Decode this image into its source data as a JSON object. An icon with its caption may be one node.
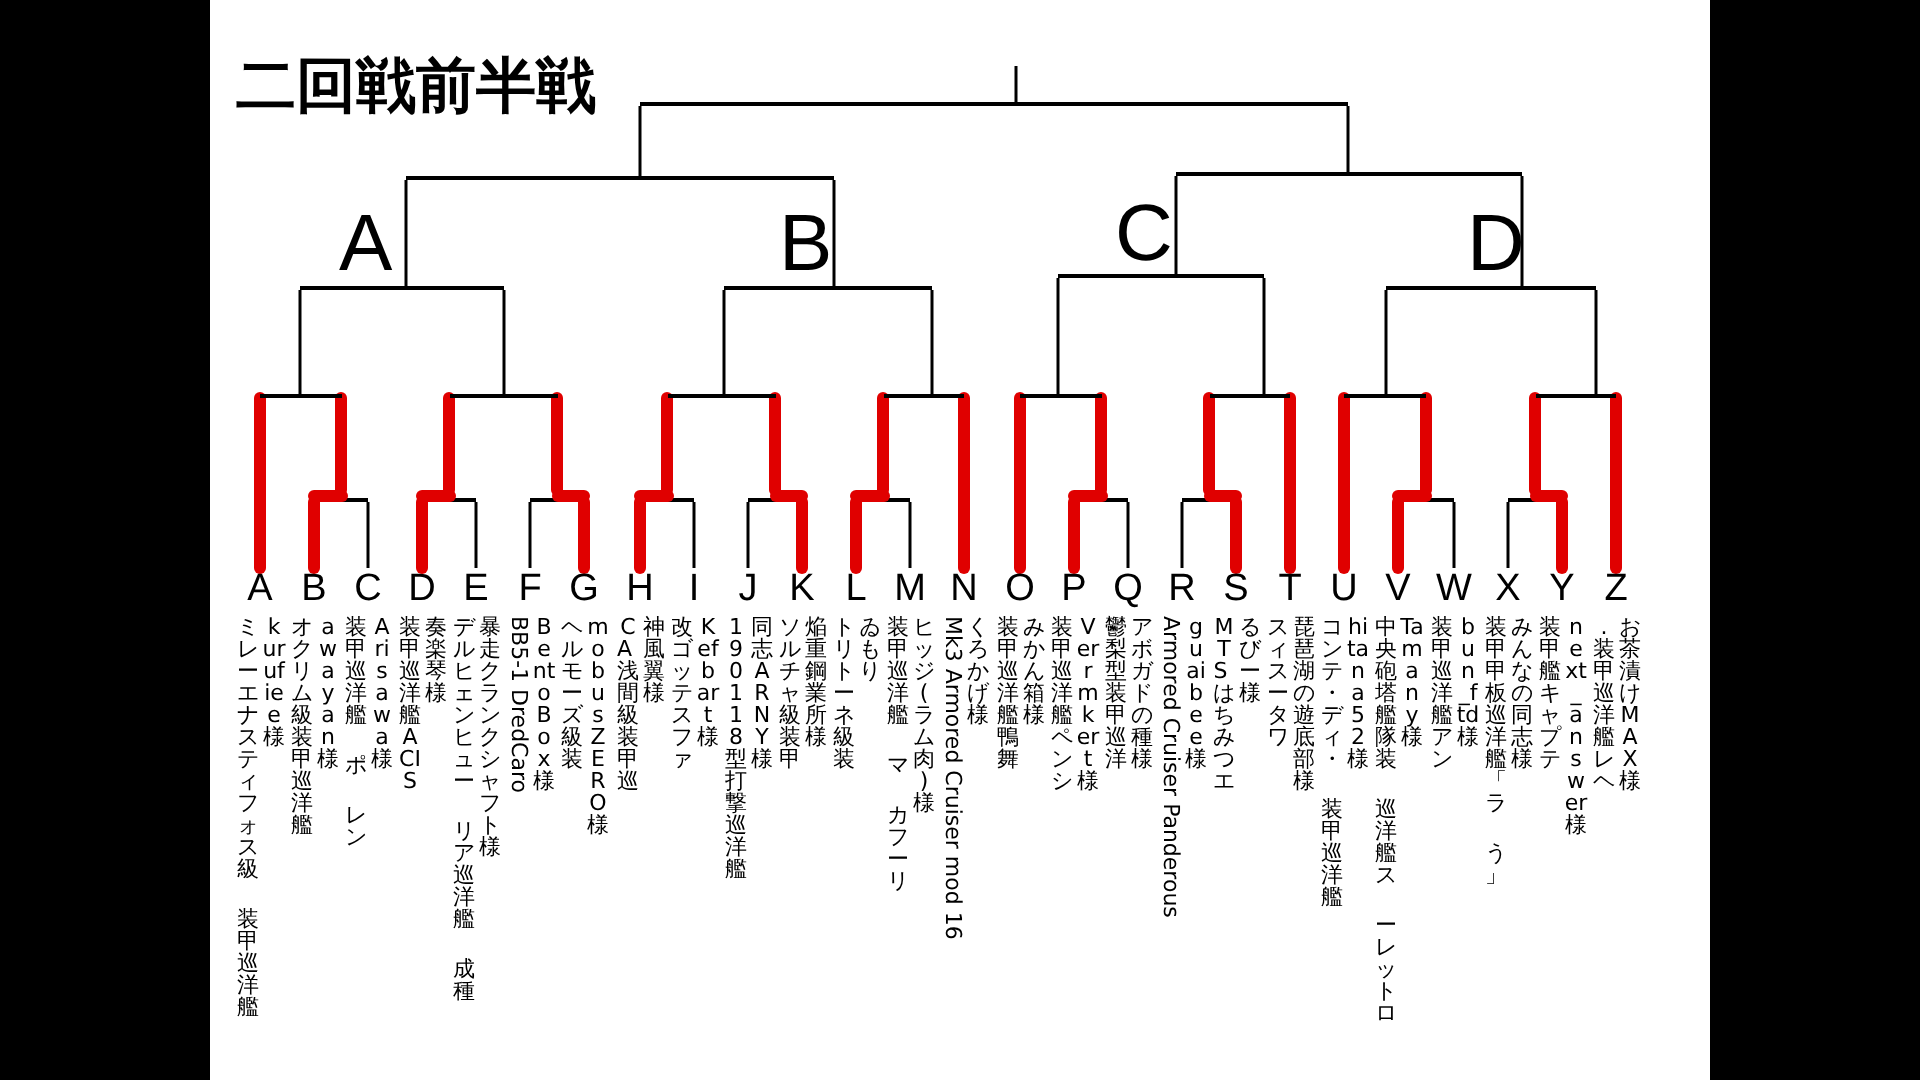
{
  "diagram": {
    "title": "二回戦前半戦",
    "nodes": [
      {
        "text": [
          "A"
        ],
        "beside": [
          "kurufiee様",
          "ミレーエナスティフォス級",
          "装甲巡洋艦"
        ]
      },
      {
        "text": [
          "B"
        ],
        "beside": [
          "awayan様",
          "オクリム級装甲巡洋艦"
        ]
      },
      {
        "text": [
          "C"
        ],
        "beside": [
          "Arisawa様",
          "装甲巡洋艦",
          "ポ",
          "レン"
        ]
      },
      {
        "text": [
          "D"
        ],
        "beside": [
          "奏楽琴様",
          "装甲巡洋艦ACIS"
        ]
      },
      {
        "text": [
          "E"
        ],
        "beside": [
          "暴走クランクシャフト様",
          "デルヒェンヒュー",
          "リア巡洋艦",
          "成種"
        ]
      },
      {
        "text": [
          "F"
        ],
        "beside": [
          "BentoBox様",
          "BB5-1 DredCaro"
        ]
      },
      {
        "text": [
          "G"
        ],
        "beside": [
          "mobusZERO様",
          "ヘルモーズ級装"
        ]
      },
      {
        "text": [
          "H"
        ],
        "beside": [
          "神風翼様",
          "CA 浅間級装甲巡"
        ]
      },
      {
        "text": [
          "I"
        ],
        "beside": [
          "Kefbart様",
          "改ゴッテスファ"
        ]
      },
      {
        "text": [
          "J"
        ],
        "beside": [
          "同志ARNY様",
          "190118型打撃巡洋艦"
        ]
      },
      {
        "text": [
          "K"
        ],
        "beside": [
          "焔重鋼業所様",
          "ソルチャ級装甲"
        ]
      },
      {
        "text": [
          "L"
        ],
        "beside": [
          "ゐもり",
          "トリトーネ級装"
        ]
      },
      {
        "text": [
          "M"
        ],
        "beside": [
          "ヒッジ(ラム肉)様",
          "装甲巡洋艦",
          "マ",
          "カフーリ"
        ]
      },
      {
        "text": [
          "N"
        ],
        "beside": [
          "くろかげ様",
          "Mk3 Armored Cruiser mod 16"
        ]
      },
      {
        "text": [
          "O"
        ],
        "beside": [
          "みかん箱様",
          "装甲巡洋艦鴨舞"
        ]
      },
      {
        "text": [
          "P"
        ],
        "beside": [
          "Verrmkert様",
          "装甲巡洋艦ペンシ"
        ]
      },
      {
        "text": [
          "Q"
        ],
        "beside": [
          "アボガドの種様",
          "鬱梨型装甲巡洋"
        ]
      },
      {
        "text": [
          "R"
        ],
        "beside": [
          "guaibee様",
          "Armored Cruiser Panderous"
        ]
      },
      {
        "text": [
          "S"
        ],
        "beside": [
          "るびー様",
          "MTS はちみつエ"
        ]
      },
      {
        "text": [
          "T"
        ],
        "beside": [
          "琵琶湖の遊底部様",
          "スィスータワ"
        ]
      },
      {
        "text": [
          "U"
        ],
        "beside": [
          "hitana52様",
          "コンテ・ディ・",
          "装甲巡洋艦"
        ]
      },
      {
        "text": [
          "V"
        ],
        "beside": [
          "Tamany様",
          "中央砲塔艦隊装",
          "巡洋艦ス",
          "ーレットロ"
        ]
      },
      {
        "text": [
          "W"
        ],
        "beside": [
          "bun_ftd様",
          "装甲巡洋艦アン"
        ]
      },
      {
        "text": [
          "X"
        ],
        "beside": [
          "みんなの同志様",
          "装甲甲板巡洋艦「ラ",
          "う」"
        ]
      },
      {
        "text": [
          "Y"
        ],
        "beside": [
          "next_answer様",
          "装甲艦キャプテ"
        ]
      },
      {
        "text": [
          "Z"
        ],
        "beside": [
          "お茶漬けMAX様",
          ".装甲巡洋艦レヘ"
        ]
      },
      {
        "text": [],
        "shape": "bar"
      },
      {
        "text": [],
        "shape": "bar"
      },
      {
        "text": [],
        "shape": "bar"
      },
      {
        "text": [],
        "shape": "bar"
      },
      {
        "text": [],
        "shape": "bar"
      },
      {
        "text": [],
        "shape": "bar"
      },
      {
        "text": [],
        "shape": "bar"
      },
      {
        "text": [],
        "shape": "bar"
      },
      {
        "text": [],
        "shape": "bar"
      },
      {
        "text": [],
        "shape": "bar"
      },
      {
        "text": [],
        "shape": "bar"
      },
      {
        "text": [],
        "shape": "bar"
      },
      {
        "text": [],
        "shape": "bar"
      },
      {
        "text": [],
        "shape": "bar"
      },
      {
        "text": [],
        "shape": "bar"
      },
      {
        "text": [],
        "shape": "bar"
      },
      {
        "text": [],
        "shape": "bar"
      },
      {
        "text": [],
        "shape": "bar"
      },
      {
        "text": [],
        "shape": "bar"
      },
      {
        "text": [],
        "shape": "bar"
      },
      {
        "text": [],
        "shape": "bar"
      },
      {
        "text": [],
        "shape": "bar"
      },
      {
        "text": [],
        "shape": "bar"
      },
      {
        "text": [],
        "shape": "bar"
      },
      {
        "text": [],
        "shape": "bar"
      }
    ],
    "edges": [
      {
        "from": 1,
        "to": 26,
        "arrow": "none"
      },
      {
        "from": 2,
        "to": 26,
        "arrow": "none",
        "color": "#000000"
      },
      {
        "from": 3,
        "to": 27,
        "arrow": "none"
      },
      {
        "from": 4,
        "to": 27,
        "arrow": "none",
        "color": "#000000"
      },
      {
        "from": 5,
        "to": 28,
        "arrow": "none",
        "color": "#000000"
      },
      {
        "from": 6,
        "to": 28,
        "arrow": "none"
      },
      {
        "from": 7,
        "to": 29,
        "arrow": "none"
      },
      {
        "from": 8,
        "to": 29,
        "arrow": "none",
        "color": "#000000"
      },
      {
        "from": 9,
        "to": 30,
        "arrow": "none",
        "color": "#000000"
      },
      {
        "from": 10,
        "to": 30,
        "arrow": "none"
      },
      {
        "from": 11,
        "to": 31,
        "arrow": "none"
      },
      {
        "from": 12,
        "to": 31,
        "arrow": "none",
        "color": "#000000"
      },
      {
        "from": 15,
        "to": 32,
        "arrow": "none"
      },
      {
        "from": 16,
        "to": 32,
        "arrow": "none",
        "color": "#000000"
      },
      {
        "from": 17,
        "to": 33,
        "arrow": "none",
        "color": "#000000"
      },
      {
        "from": 18,
        "to": 33,
        "arrow": "none"
      },
      {
        "from": 21,
        "to": 34,
        "arrow": "none"
      },
      {
        "from": 22,
        "to": 34,
        "arrow": "none",
        "color": "#000000"
      },
      {
        "from": 23,
        "to": 35,
        "arrow": "none",
        "color": "#000000"
      },
      {
        "from": 24,
        "to": 35,
        "arrow": "none"
      },
      {
        "from": 0,
        "to": 36,
        "arrow": "none"
      },
      {
        "from": 26,
        "to": 36,
        "arrow": "none"
      },
      {
        "from": 27,
        "to": 37,
        "arrow": "none"
      },
      {
        "from": 28,
        "to": 37,
        "arrow": "none"
      },
      {
        "from": 29,
        "to": 38,
        "arrow": "none"
      },
      {
        "from": 30,
        "to": 38,
        "arrow": "none"
      },
      {
        "from": 31,
        "to": 39,
        "arrow": "none"
      },
      {
        "from": 13,
        "to": 39,
        "arrow": "none"
      },
      {
        "from": 14,
        "to": 40,
        "arrow": "none"
      },
      {
        "from": 32,
        "to": 40,
        "arrow": "none"
      },
      {
        "from": 33,
        "to": 41,
        "arrow": "none"
      },
      {
        "from": 19,
        "to": 41,
        "arrow": "none"
      },
      {
        "from": 20,
        "to": 42,
        "arrow": "none"
      },
      {
        "from": 34,
        "to": 42,
        "arrow": "none"
      },
      {
        "from": 35,
        "to": 43,
        "arrow": "none"
      },
      {
        "from": 25,
        "to": 43,
        "arrow": "none"
      },
      {
        "from": 36,
        "to": 44,
        "arrow": "none",
        "color": "#000000"
      },
      {
        "from": 37,
        "to": 44,
        "arrow": "none",
        "color": "#000000"
      },
      {
        "from": 38,
        "to": 45,
        "arrow": "none",
        "color": "#000000"
      },
      {
        "from": 39,
        "to": 45,
        "arrow": "none",
        "color": "#000000"
      },
      {
        "from": 40,
        "to": 46,
        "arrow": "none",
        "color": "#000000"
      },
      {
        "from": 41,
        "to": 46,
        "arrow": "none",
        "color": "#000000"
      },
      {
        "from": 42,
        "to": 47,
        "arrow": "none",
        "color": "#000000"
      },
      {
        "from": 43,
        "to": 47,
        "arrow": "none",
        "color": "#000000"
      },
      {
        "from": 44,
        "to": 48,
        "arrow": "none",
        "color": "#000000"
      },
      {
        "from": 45,
        "to": 48,
        "arrow": "none",
        "color": "#000000"
      },
      {
        "from": 46,
        "to": 49,
        "arrow": "none",
        "color": "#000000"
      },
      {
        "from": 47,
        "to": 49,
        "arrow": "none",
        "color": "#000000"
      },
      {
        "from": 48,
        "to": 50,
        "arrow": "none",
        "color": "#000000"
      },
      {
        "from": 49,
        "to": 50,
        "arrow": "none",
        "color": "#000000"
      },
      {
        "from": 50,
        "to": null,
        "arrow": "none",
        "color": "#000000"
      }
    ],
    "labels": [
      "A",
      "B",
      "C",
      "D"
    ]
  }
}
